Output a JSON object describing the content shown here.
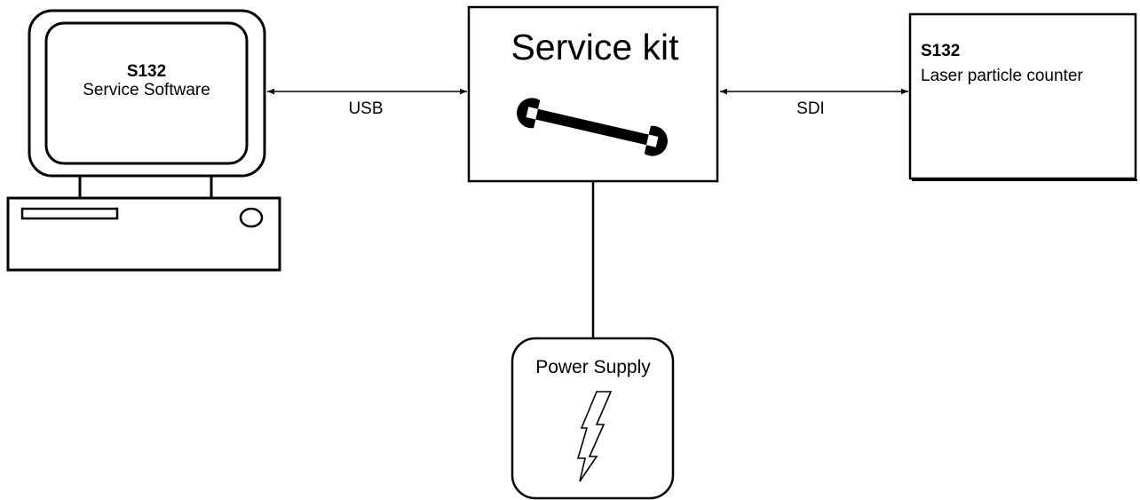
{
  "computer": {
    "title": "S132",
    "subtitle": "Service Software"
  },
  "service_kit": {
    "title": "Service kit",
    "icon": "wrench-icon"
  },
  "device": {
    "title": "S132",
    "subtitle": "Laser particle counter"
  },
  "power_supply": {
    "title": "Power Supply",
    "icon": "lightning-icon"
  },
  "connections": {
    "usb_label": "USB",
    "sdi_label": "SDI"
  }
}
